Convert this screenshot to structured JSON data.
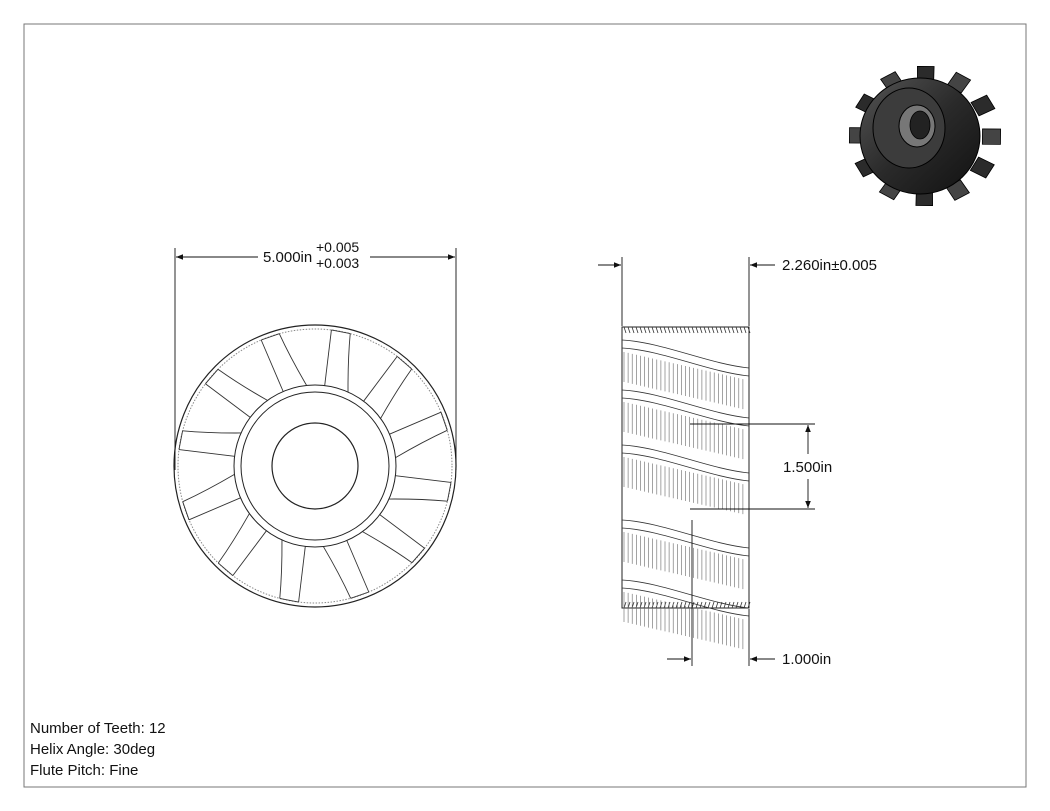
{
  "dimensions": {
    "outer_diameter": {
      "value": "5.000in",
      "tol_upper": "+0.005",
      "tol_lower": "+0.003"
    },
    "width": "2.260in±0.005",
    "bore": "1.500in",
    "hub_length": "1.000in"
  },
  "notes": [
    {
      "label": "Number of Teeth: 12"
    },
    {
      "label": "Helix Angle: 30deg"
    },
    {
      "label": "Flute Pitch: Fine"
    }
  ],
  "part": {
    "teeth": 12,
    "helix_angle_deg": 30
  }
}
